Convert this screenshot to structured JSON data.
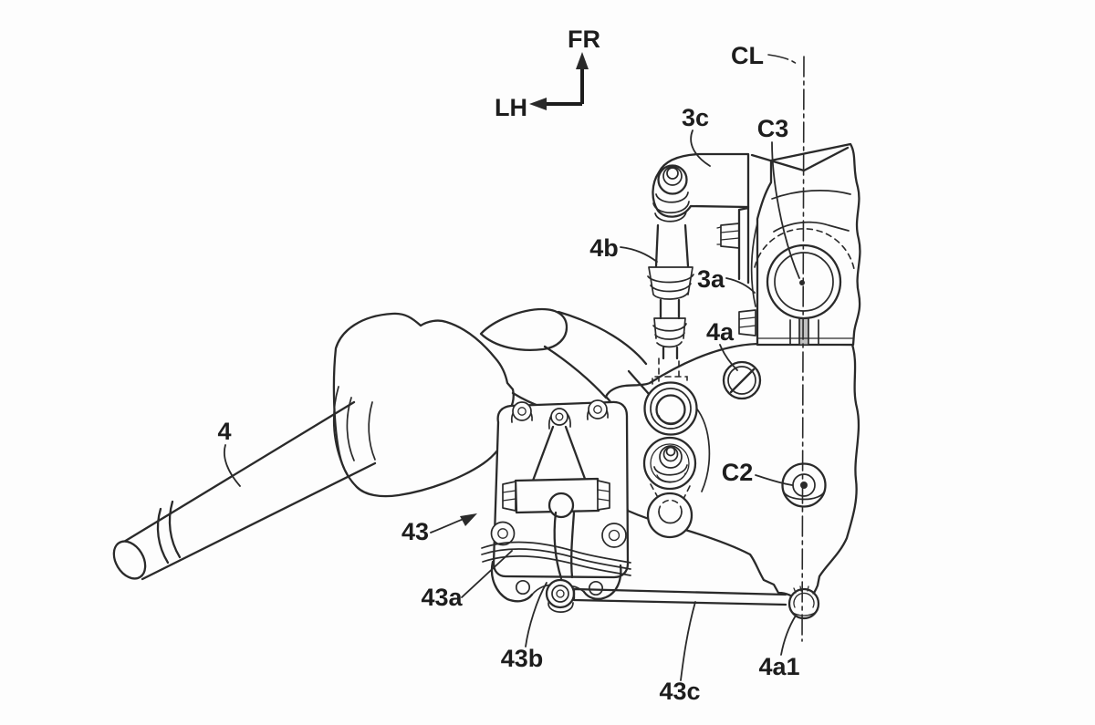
{
  "figure": {
    "type": "patent-line-drawing",
    "background_color": "#fdfdfd",
    "line_color": "#2a2a2a",
    "orientation_indicator": {
      "front": "FR",
      "left": "LH"
    },
    "reference_labels": {
      "centerline": "CL",
      "steering_axis": "C3",
      "pivot_axis": "C2",
      "arm_3c": "3c",
      "bracket_3a": "3a",
      "link_4b": "4b",
      "boss_4a": "4a",
      "shaft_4": "4",
      "actuator_43": "43",
      "mount_43a": "43a",
      "roller_43b": "43b",
      "rod_43c": "43c",
      "ball_end_4a1": "4a1"
    }
  }
}
